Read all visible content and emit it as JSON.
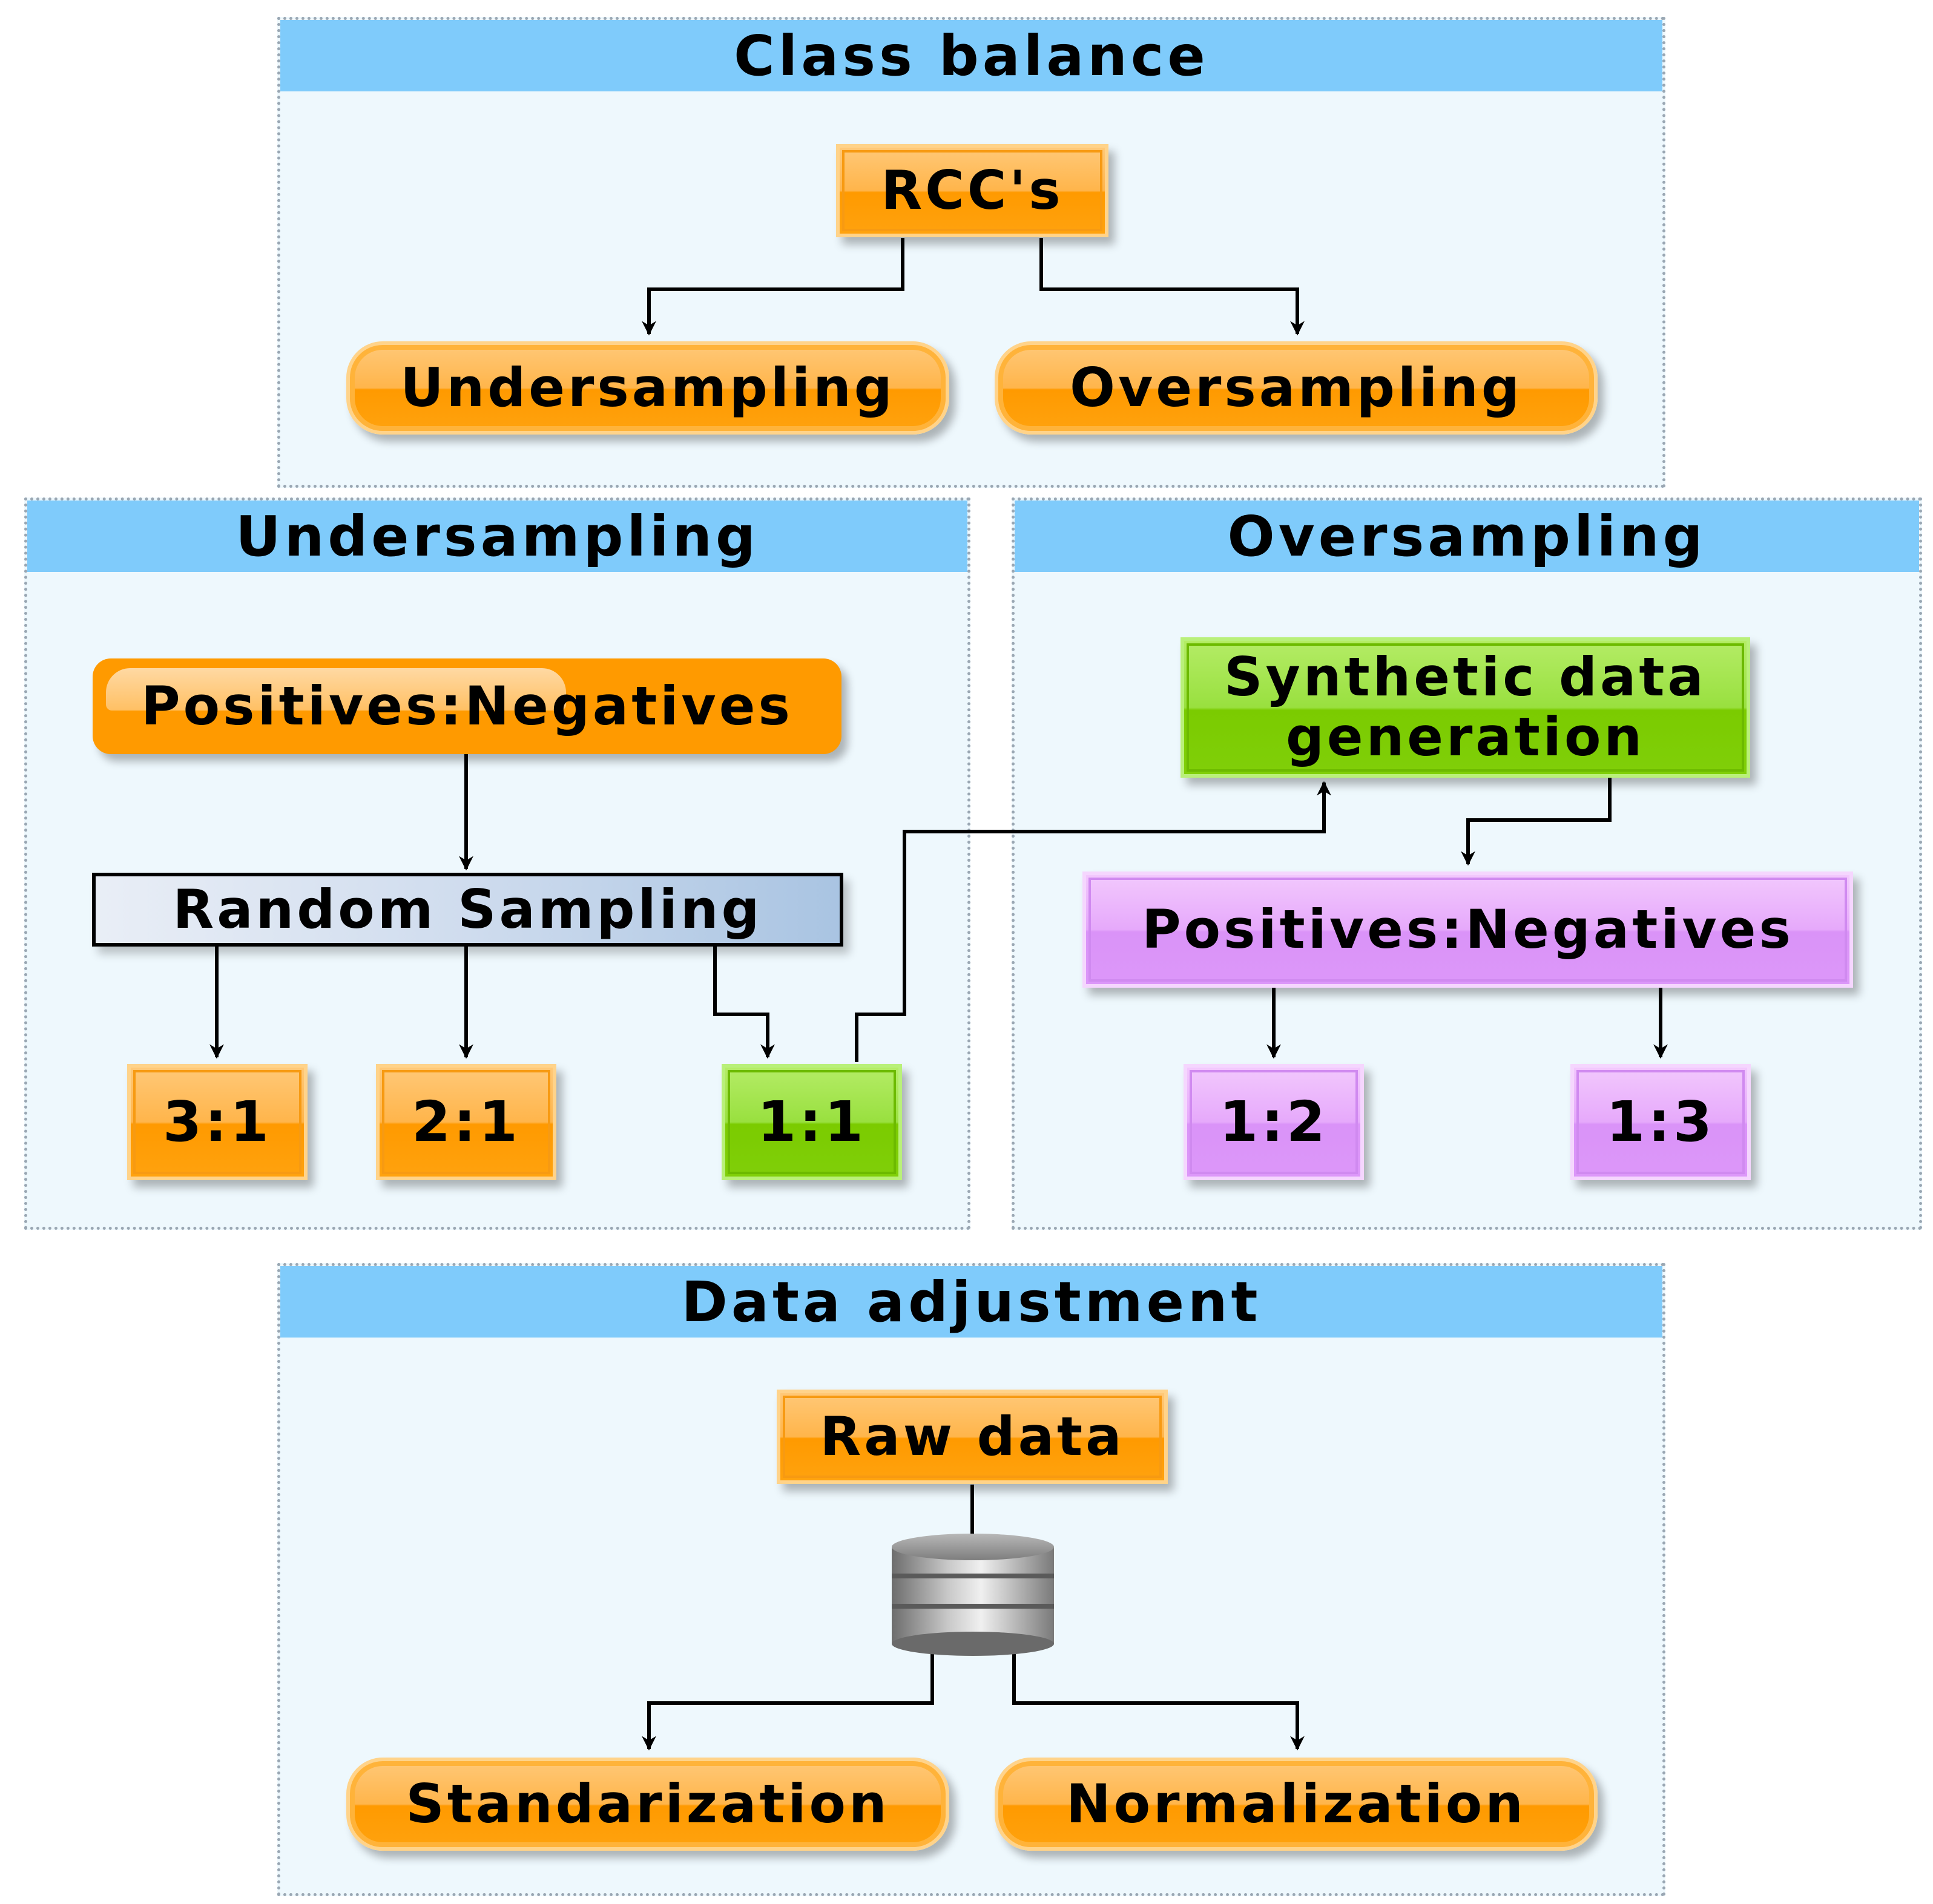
{
  "panels": {
    "class_balance": {
      "title": "Class balance"
    },
    "undersampling": {
      "title": "Undersampling"
    },
    "oversampling": {
      "title": "Oversampling"
    },
    "data_adjustment": {
      "title": "Data adjustment"
    }
  },
  "nodes": {
    "rccs": "RCC's",
    "undersampling": "Undersampling",
    "oversampling": "Oversampling",
    "pos_neg_under": "Positives:Negatives",
    "random_sampling": "Random Sampling",
    "ratio_3_1": "3:1",
    "ratio_2_1": "2:1",
    "ratio_1_1": "1:1",
    "synthetic_line1": "Synthetic data",
    "synthetic_line2": "generation",
    "pos_neg_over": "Positives:Negatives",
    "ratio_1_2": "1:2",
    "ratio_1_3": "1:3",
    "raw_data": "Raw data",
    "standarization": "Standarization",
    "normalization": "Normalization"
  },
  "icons": {
    "database": "database-icon"
  },
  "colors": {
    "header": "#7fcbfb",
    "panel_bg": "#eef8fd",
    "orange": "#ff9a00",
    "green": "#7bcb00",
    "purple": "#da93f8"
  }
}
